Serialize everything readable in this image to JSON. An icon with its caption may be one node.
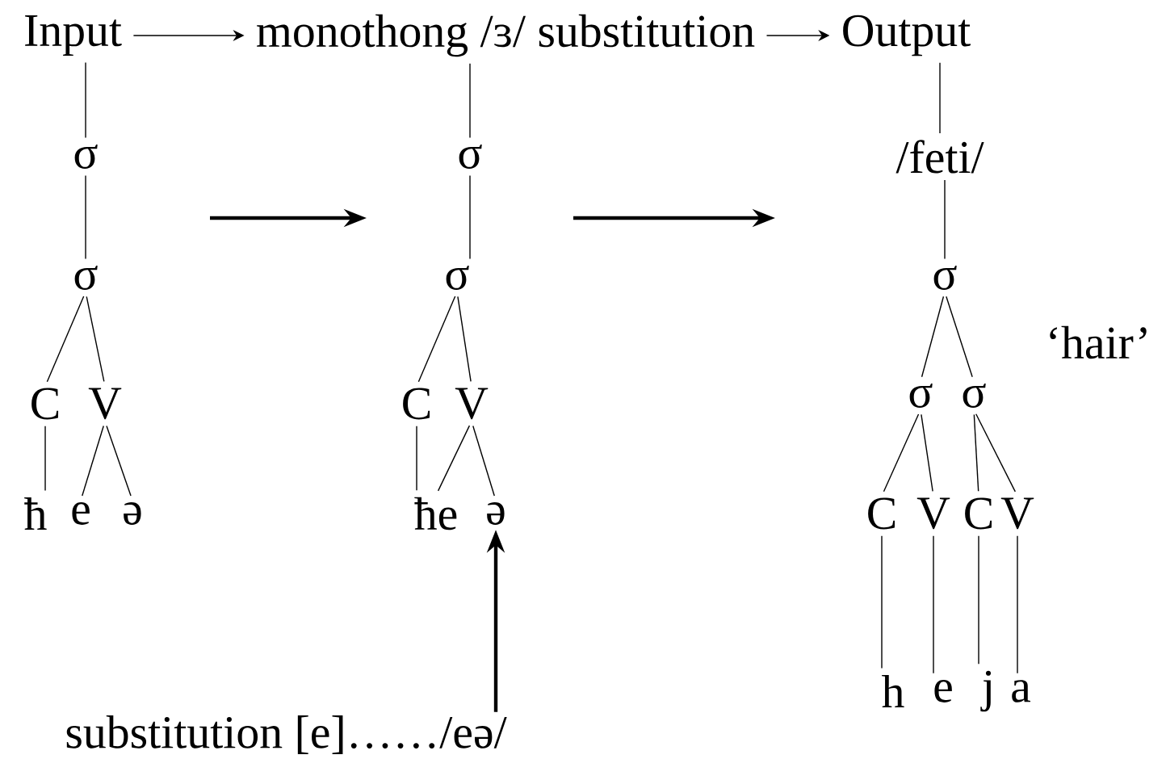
{
  "diagram": {
    "nodes": [
      {
        "text": [
          "Input"
        ]
      },
      {
        "text": [
          "monothong /ɜ/ substitution"
        ]
      },
      {
        "text": [
          "Output"
        ]
      },
      {
        "text": [
          "σ"
        ]
      },
      {
        "text": [
          "σ"
        ]
      },
      {
        "text": [
          "C"
        ]
      },
      {
        "text": [
          "V"
        ]
      },
      {
        "text": [
          "ħ"
        ]
      },
      {
        "text": [
          "e"
        ]
      },
      {
        "text": [
          "ə"
        ]
      },
      {
        "text": [
          "σ"
        ]
      },
      {
        "text": [
          "σ"
        ]
      },
      {
        "text": [
          "C"
        ]
      },
      {
        "text": [
          "V"
        ]
      },
      {
        "text": [
          "ħe"
        ]
      },
      {
        "text": [
          "ə"
        ]
      },
      {
        "text": [
          "substitution [e]……/eə/"
        ]
      },
      {
        "text": [
          "/feti/"
        ]
      },
      {
        "text": [
          "σ"
        ]
      },
      {
        "text": [
          "σ"
        ]
      },
      {
        "text": [
          "σ"
        ]
      },
      {
        "text": [
          "C"
        ]
      },
      {
        "text": [
          "V"
        ]
      },
      {
        "text": [
          "C"
        ]
      },
      {
        "text": [
          "V"
        ]
      },
      {
        "text": [
          "h"
        ]
      },
      {
        "text": [
          "e"
        ]
      },
      {
        "text": [
          "j"
        ]
      },
      {
        "text": [
          "a"
        ]
      }
    ],
    "edges": [
      {
        "from": 0,
        "to": 1,
        "arrow": "to"
      },
      {
        "from": 1,
        "to": 2,
        "arrow": "to"
      },
      {
        "from": 0,
        "to": 3,
        "arrow": "none"
      },
      {
        "from": 3,
        "to": 4,
        "arrow": "none"
      },
      {
        "from": 4,
        "to": 5,
        "arrow": "none"
      },
      {
        "from": 4,
        "to": 6,
        "arrow": "none"
      },
      {
        "from": 5,
        "to": 7,
        "arrow": "none"
      },
      {
        "from": 6,
        "to": 8,
        "arrow": "none"
      },
      {
        "from": 6,
        "to": 9,
        "arrow": "none"
      },
      {
        "from": 1,
        "to": 10,
        "arrow": "none"
      },
      {
        "from": 10,
        "to": 11,
        "arrow": "none"
      },
      {
        "from": 11,
        "to": 12,
        "arrow": "none"
      },
      {
        "from": 11,
        "to": 13,
        "arrow": "none"
      },
      {
        "from": 12,
        "to": 14,
        "arrow": "none"
      },
      {
        "from": 13,
        "to": 14,
        "arrow": "none"
      },
      {
        "from": 13,
        "to": 15,
        "arrow": "none"
      },
      {
        "from": 16,
        "to": 15,
        "arrow": "to",
        "style": "thick"
      },
      {
        "from": 2,
        "to": 17,
        "arrow": "none"
      },
      {
        "from": 17,
        "to": 18,
        "arrow": "none"
      },
      {
        "from": 18,
        "to": 19,
        "arrow": "none"
      },
      {
        "from": 18,
        "to": 20,
        "arrow": "none"
      },
      {
        "from": 19,
        "to": 21,
        "arrow": "none"
      },
      {
        "from": 19,
        "to": 22,
        "arrow": "none"
      },
      {
        "from": 20,
        "to": 23,
        "arrow": "none"
      },
      {
        "from": 20,
        "to": 24,
        "arrow": "none"
      },
      {
        "from": 21,
        "to": 25,
        "arrow": "none"
      },
      {
        "from": 22,
        "to": 26,
        "arrow": "none"
      },
      {
        "from": 23,
        "to": 27,
        "arrow": "none"
      },
      {
        "from": 24,
        "to": 28,
        "arrow": "none"
      }
    ],
    "labels": [
      "‘hair’"
    ]
  }
}
